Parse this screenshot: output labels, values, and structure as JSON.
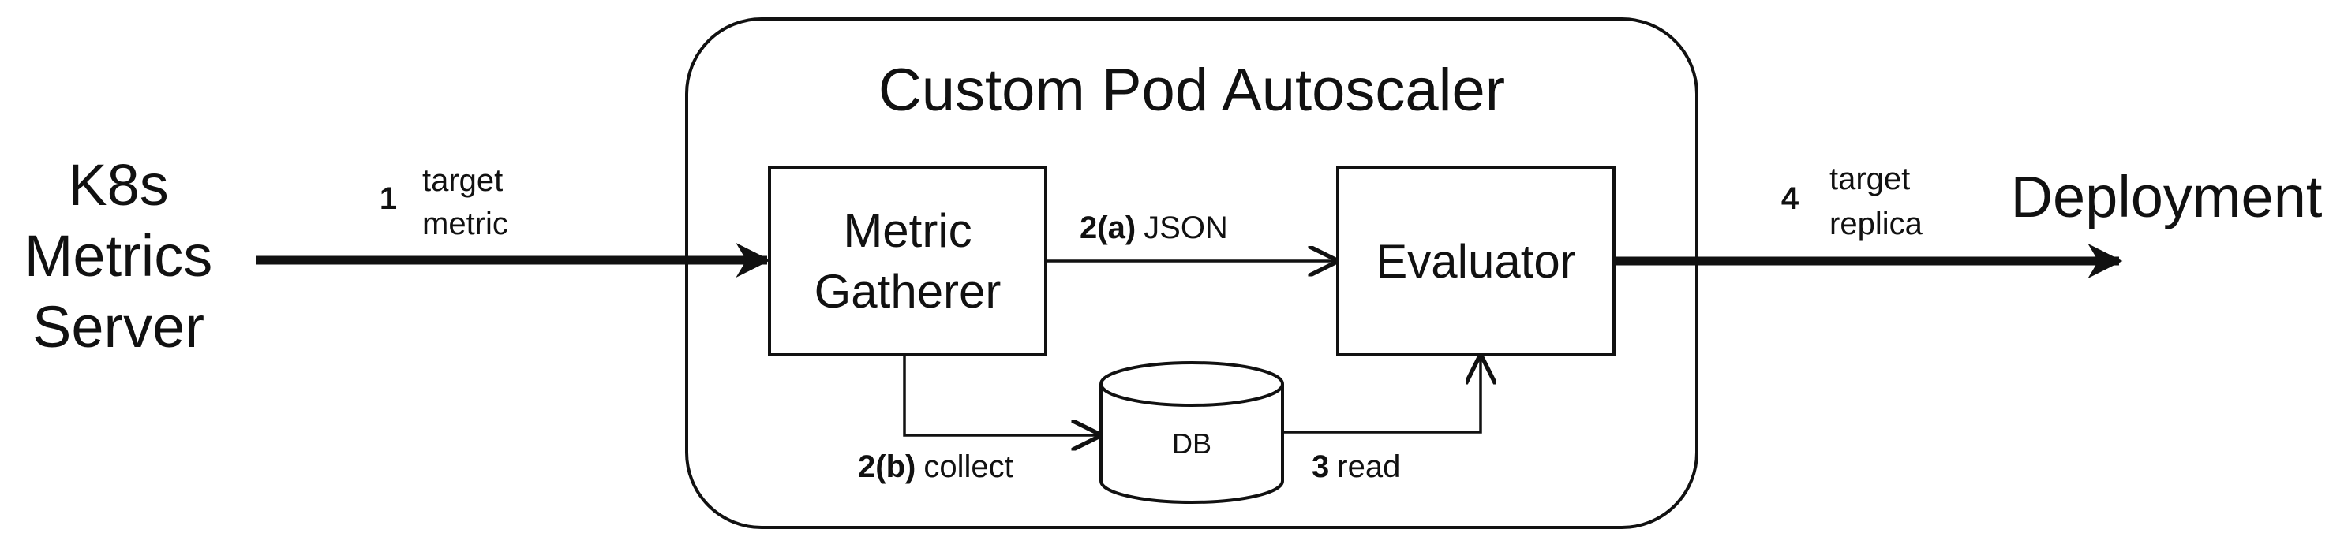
{
  "source": {
    "lines": [
      "K8s",
      "Metrics",
      "Server"
    ]
  },
  "autoscaler": {
    "title": "Custom Pod Autoscaler"
  },
  "metric_gatherer": {
    "lines": [
      "Metric",
      "Gatherer"
    ]
  },
  "evaluator": {
    "label": "Evaluator"
  },
  "database": {
    "label": "DB"
  },
  "target": {
    "label": "Deployment"
  },
  "steps": {
    "step1": {
      "num": "1",
      "text": [
        "target",
        "metric"
      ]
    },
    "step2a": {
      "num": "2(a)",
      "text": "JSON"
    },
    "step2b": {
      "num": "2(b)",
      "text": "collect"
    },
    "step3": {
      "num": "3",
      "text": "read"
    },
    "step4": {
      "num": "4",
      "text": [
        "target",
        "replica"
      ]
    }
  }
}
